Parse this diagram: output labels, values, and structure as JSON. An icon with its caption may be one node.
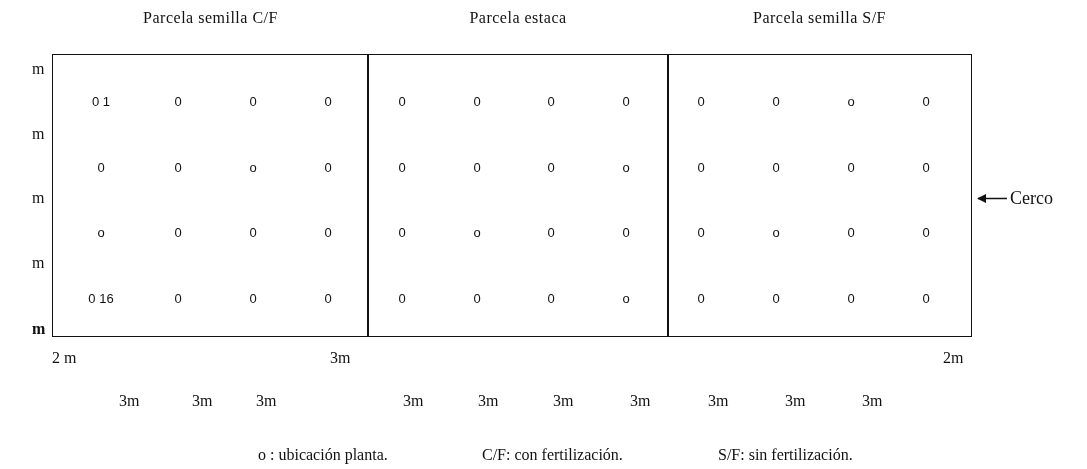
{
  "diagram": {
    "nodes": [
      {
        "text": [
          "Parcela semilla C/F",
          "0 1",
          "0",
          "0",
          "0",
          "0",
          "0",
          "o",
          "0",
          "o",
          "0",
          "0",
          "0",
          "0 16",
          "0",
          "0",
          "0"
        ]
      },
      {
        "text": [
          "Parcela estaca",
          "0",
          "0",
          "0",
          "0",
          "0",
          "0",
          "0",
          "o",
          "0",
          "o",
          "0",
          "0",
          "0",
          "0",
          "0",
          "o"
        ]
      },
      {
        "text": [
          "Parcela semilla S/F",
          "0",
          "0",
          "o",
          "0",
          "0",
          "0",
          "0",
          "0",
          "0",
          "o",
          "0",
          "0",
          "0",
          "0",
          "0",
          "0"
        ]
      },
      {
        "text": [
          "Cerco"
        ]
      }
    ],
    "edges": [
      {
        "from": 3,
        "to": 2,
        "arrow": "to"
      }
    ],
    "labels": [
      "m",
      "m",
      "m",
      "m",
      "m",
      "2 m",
      "3m",
      "2m",
      "3m",
      "3m",
      "3m",
      "3m",
      "3m",
      "3m",
      "3m",
      "3m",
      "3m",
      "3m",
      "o : ubicación planta.",
      "C/F: con fertilización.",
      "S/F: sin fertilización."
    ]
  }
}
